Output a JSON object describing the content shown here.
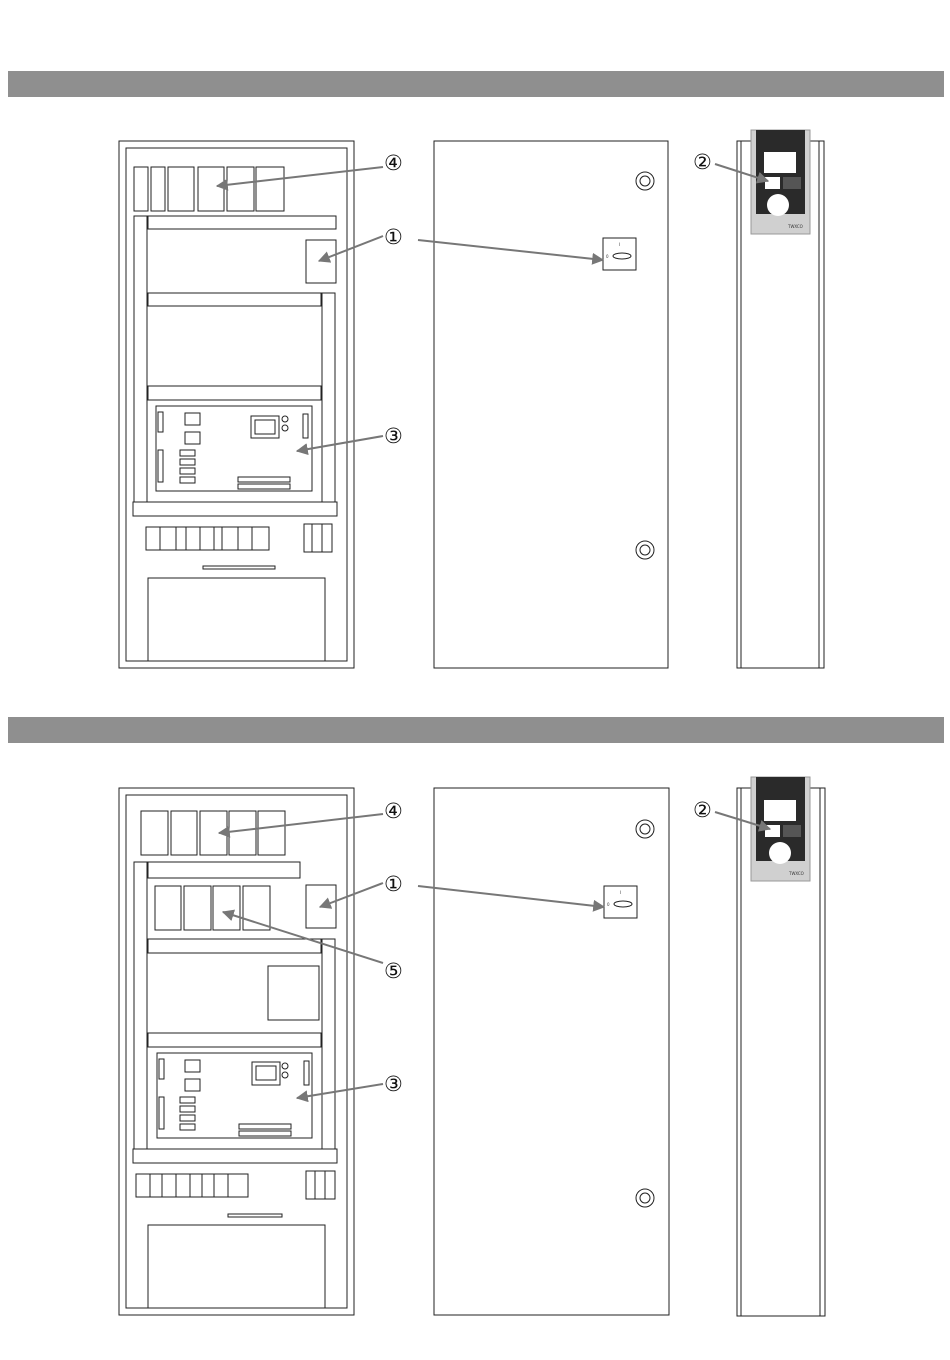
{
  "callouts": {
    "c1": "①",
    "c2": "②",
    "c3": "③",
    "c4": "④",
    "c5": "⑤"
  },
  "switch": {
    "on": "I",
    "off": "0"
  },
  "brand": "TWXCO",
  "colors": {
    "band": "#8f8f8f",
    "line": "#222222",
    "arrow": "#777777",
    "panel_dark": "#2a2a2a",
    "panel_light": "#d0d0d0"
  }
}
